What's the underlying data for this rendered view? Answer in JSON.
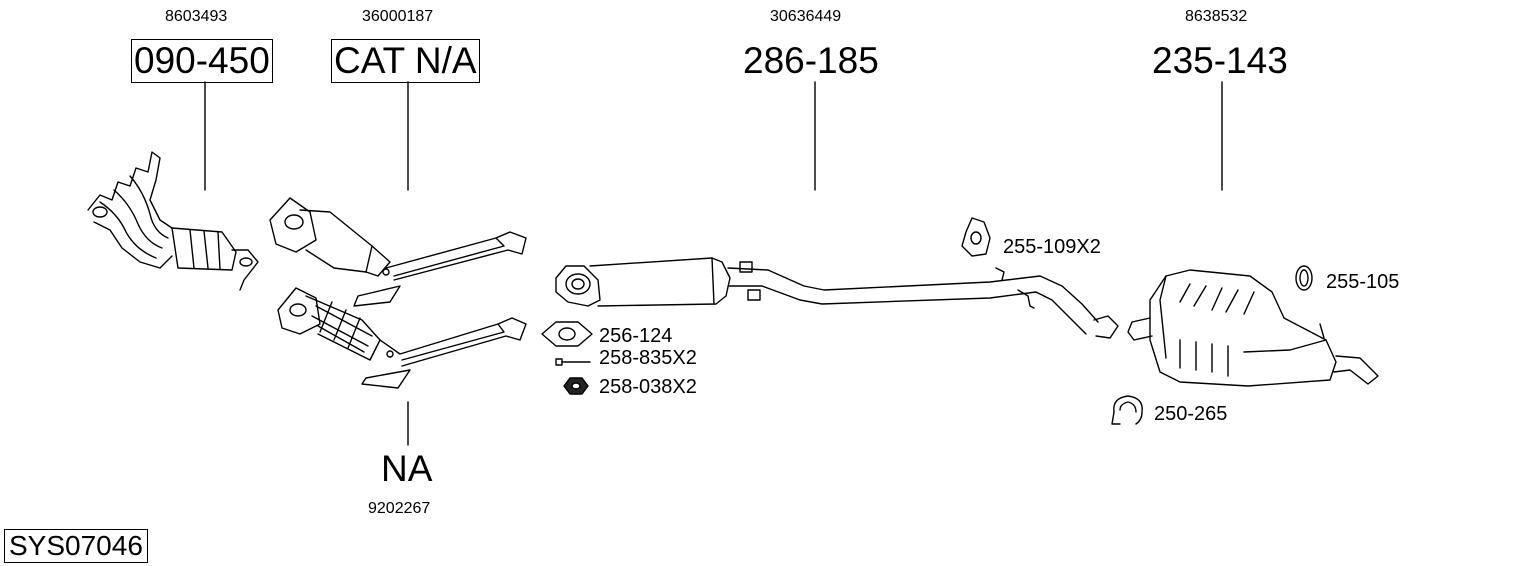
{
  "system_code": "SYS07046",
  "main_parts": [
    {
      "ref": "8603493",
      "part": "090-450",
      "boxed": true
    },
    {
      "ref": "36000187",
      "part": "CAT N/A",
      "boxed": true
    },
    {
      "ref": "30636449",
      "part": "286-185",
      "boxed": false
    },
    {
      "ref": "8638532",
      "part": "235-143",
      "boxed": false
    }
  ],
  "lower_part": {
    "part": "NA",
    "ref": "9202267"
  },
  "accessories": [
    {
      "label": "256-124",
      "icon": "gasket-icon"
    },
    {
      "label": "258-835X2",
      "icon": "bolt-icon"
    },
    {
      "label": "258-038X2",
      "icon": "nut-icon"
    },
    {
      "label": "255-109X2",
      "icon": "rubber-hanger-icon"
    },
    {
      "label": "255-105",
      "icon": "ring-icon"
    },
    {
      "label": "250-265",
      "icon": "clamp-icon"
    }
  ]
}
